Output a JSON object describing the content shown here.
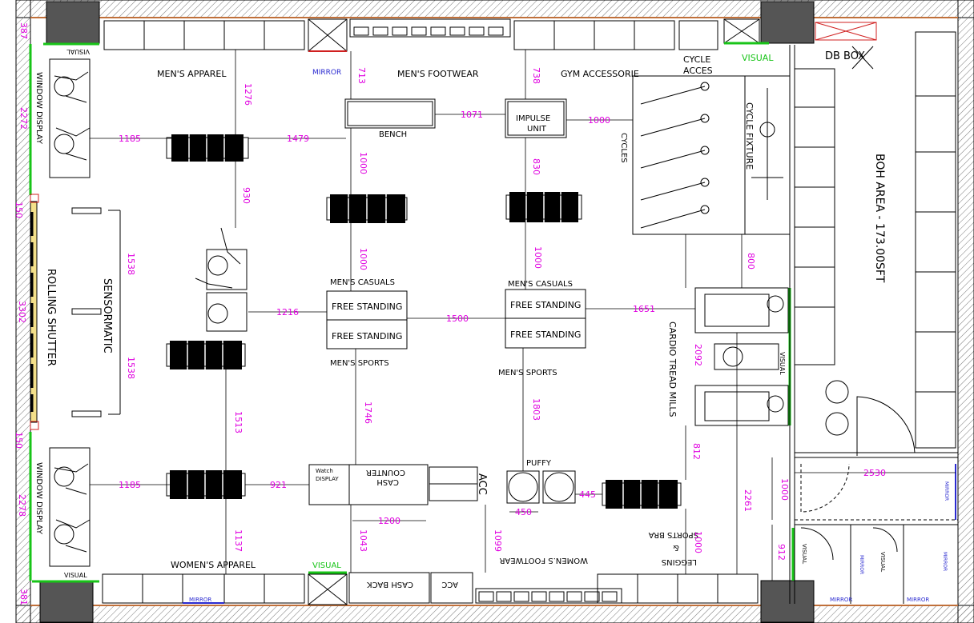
{
  "labels": {
    "mens_apparel": "MEN'S APPAREL",
    "mirror_top": "MIRROR",
    "mens_footwear": "MEN'S FOOTWEAR",
    "gym_accessorie": "GYM ACCESSORIE",
    "cycle_acces_1": "CYCLE",
    "cycle_acces_2": "ACCES",
    "visual_top_right": "VISUAL",
    "db_box": "DB BOX",
    "visual_top_left": "VISUAL",
    "window_display": "WINDOW DISPLAY",
    "bench": "BENCH",
    "impulse_1": "IMPULSE",
    "impulse_2": "UNIT",
    "cycles": "CYCLES",
    "cycle_fixture": "CYCLE FIXTURE",
    "boh_area": "BOH AREA - 173.00SFT",
    "rolling_shutter": "ROLLING SHUTTER",
    "sensormatic": "SENSORMATIC",
    "mens_casuals": "MEN'S CASUALS",
    "free_standing": "FREE STANDING",
    "mens_sports": "MEN'S SPORTS",
    "cardio": "CARDIO TREAD MILLS",
    "visual_side": "VISUAL",
    "watch_1": "Watch",
    "watch_2": "DISPLAY",
    "cash_counter_1": "CASH",
    "cash_counter_2": "COUNTER",
    "acc": "ACC",
    "puffy": "PUFFY",
    "womens_apparel": "WOMEN'S APPAREL",
    "visual_bottom": "VISUAL",
    "mirror_bottom": "MIRROR",
    "cash_back": "CASH BACK",
    "acc_bottom": "ACC",
    "womens_footwear": "WOMEN.S FOOTWEAR",
    "leggings": "LEGGINS",
    "and": "&",
    "sports_bra": "SPORTS BRA",
    "visual_bottom_left": "VISUAL",
    "mirror_r1": "MIRROR",
    "mirror_r2": "MIRROR",
    "mirror_r3": "MIRROR",
    "mirror_br1": "MIRROR",
    "mirror_br2": "MIRROR",
    "visual_r1": "VISUAL",
    "visual_r2": "VISUAL"
  },
  "dims": {
    "d387": "387",
    "d2272": "2272",
    "d150a": "150",
    "d3302": "3302",
    "d150b": "150",
    "d2278": "2278",
    "d381": "381",
    "d1276": "1276",
    "d713": "713",
    "d738": "738",
    "d1185a": "1185",
    "d1479": "1479",
    "d1071": "1071",
    "d1000a": "1000",
    "d930": "930",
    "d1000b": "1000",
    "d830": "830",
    "d1538a": "1538",
    "d1000c": "1000",
    "d1000d": "1000",
    "d800": "800",
    "d1216": "1216",
    "d1500": "1500",
    "d1651": "1651",
    "d1538b": "1538",
    "d2092": "2092",
    "d1746": "1746",
    "d1803": "1803",
    "d1513": "1513",
    "d812": "812",
    "d1185b": "1185",
    "d921": "921",
    "d445": "445",
    "d450": "450",
    "d1200": "1200",
    "d2530": "2530",
    "d1000e": "1000",
    "d2261": "2261",
    "d1137": "1137",
    "d1043": "1043",
    "d1099": "1099",
    "d1000f": "1000",
    "d912": "912"
  },
  "colors": {
    "dim": "#e000e0",
    "blue": "#2a2ad0",
    "green": "#18c418",
    "red": "#d02020",
    "line": "#000000",
    "hatch": "#c88a5a"
  }
}
